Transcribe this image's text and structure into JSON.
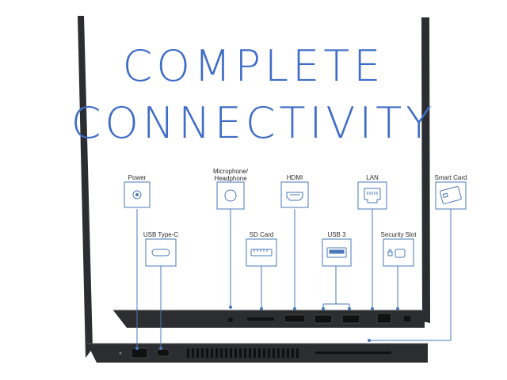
{
  "headline": {
    "line1": "COMPLETE",
    "line2": "CONNECTIVITY"
  },
  "ports": {
    "power": "Power",
    "microphone_line1": "Microphone/",
    "microphone_line2": "Headphone",
    "hdmi": "HDMI",
    "lan": "LAN",
    "smart_card": "Smart Card",
    "usb_type_c": "USB Type-C",
    "sd_card": "SD Card",
    "usb_3": "USB 3",
    "security_slot": "Security Slot"
  },
  "colors": {
    "accent": "#3f6cc6",
    "icon_stroke": "#4a78b8",
    "laptop_body": "#2b2d30",
    "laptop_edge": "#1a1b1d"
  }
}
